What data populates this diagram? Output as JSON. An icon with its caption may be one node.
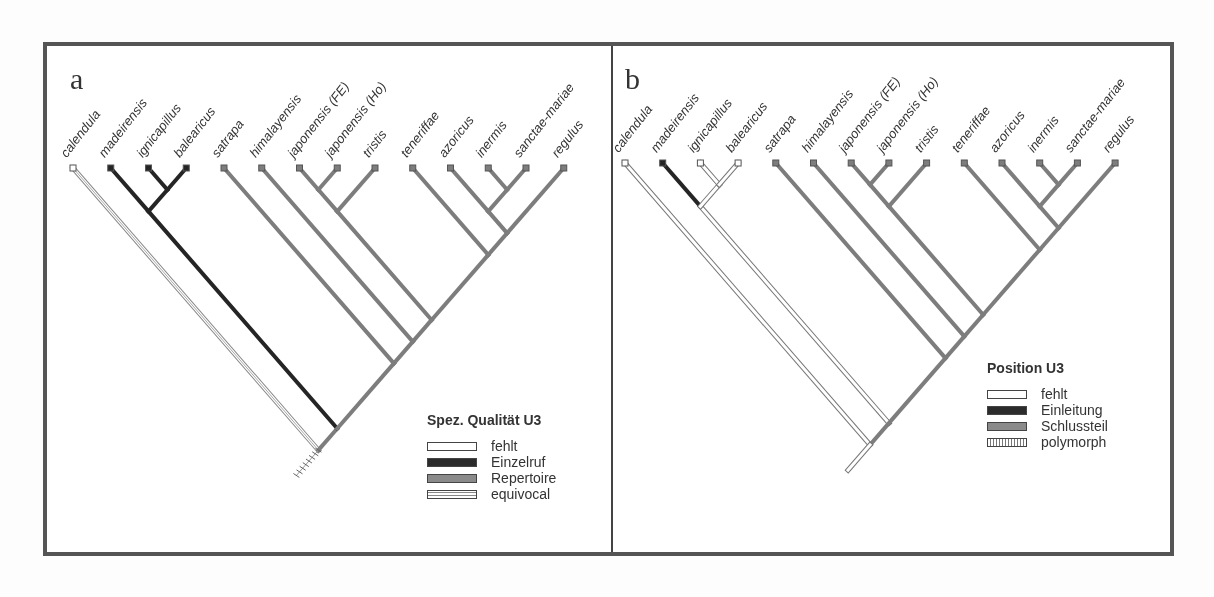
{
  "diagram": {
    "labels": [
      "a",
      "calendula",
      "madeirensis",
      "ignicapillus",
      "balearicus",
      "satrapa",
      "himalayensis",
      "japonensis (FE)",
      "japonensis (Ho)",
      "tristis",
      "teneriffae",
      "azoricus",
      "inermis",
      "sanctae-mariae",
      "regulus",
      "Spez. Qualität U3",
      "b",
      "calendula",
      "madeirensis",
      "ignicapillus",
      "balearicus",
      "satrapa",
      "himalayensis",
      "japonensis (FE)",
      "japonensis (Ho)",
      "tristis",
      "teneriffae",
      "azoricus",
      "inermis",
      "sanctae-mariae",
      "regulus",
      "Position U3"
    ],
    "legend": [
      {
        "text": "fehlt",
        "color": "#ffffff"
      },
      {
        "text": "Einzelruf",
        "color": "#2b2b2b"
      },
      {
        "text": "Repertoire",
        "color": "#8a8a8a"
      },
      {
        "text": "equivocal"
      },
      {
        "text": "fehlt",
        "color": "#ffffff"
      },
      {
        "text": "Einleitung",
        "color": "#2b2b2b"
      },
      {
        "text": "Schlussteil",
        "color": "#8a8a8a"
      },
      {
        "text": "polymorph"
      }
    ]
  }
}
